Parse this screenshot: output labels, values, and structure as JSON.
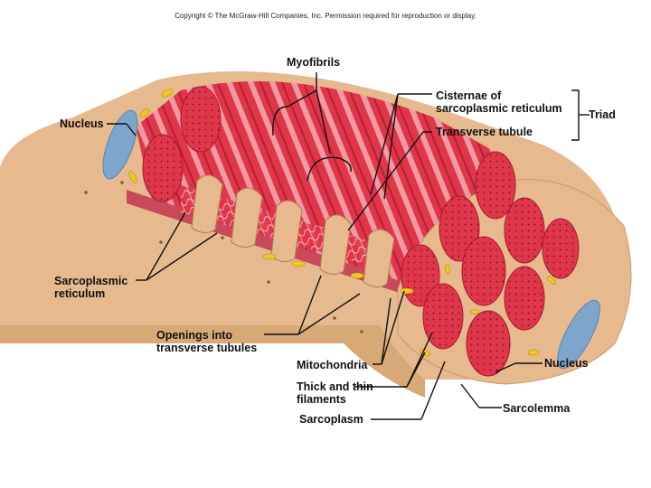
{
  "copyright": "Copyright © The McGraw-Hill Companies, Inc. Permission required for reproduction or display.",
  "labels": {
    "myofibrils": "Myofibrils",
    "cisternae": "Cisternae of\nsarcoplasmic reticulum",
    "triad": "Triad",
    "transverse_tubule": "Transverse tubule",
    "nucleus_left": "Nucleus",
    "sarcoplasmic_reticulum": "Sarcoplasmic\nreticulum",
    "openings": "Openings into\ntransverse tubules",
    "mitochondria": "Mitochondria",
    "thick_thin": "Thick and thin\nfilaments",
    "sarcoplasm": "Sarcoplasm",
    "nucleus_right": "Nucleus",
    "sarcolemma": "Sarcolemma"
  },
  "colors": {
    "sarcoplasm": "#e6b98e",
    "myofibril": "#e0364a",
    "myofibril_dark": "#b81f34",
    "band_light": "#f09aa2",
    "nucleus": "#7ea6cc",
    "mitochondria": "#f2c81e"
  }
}
